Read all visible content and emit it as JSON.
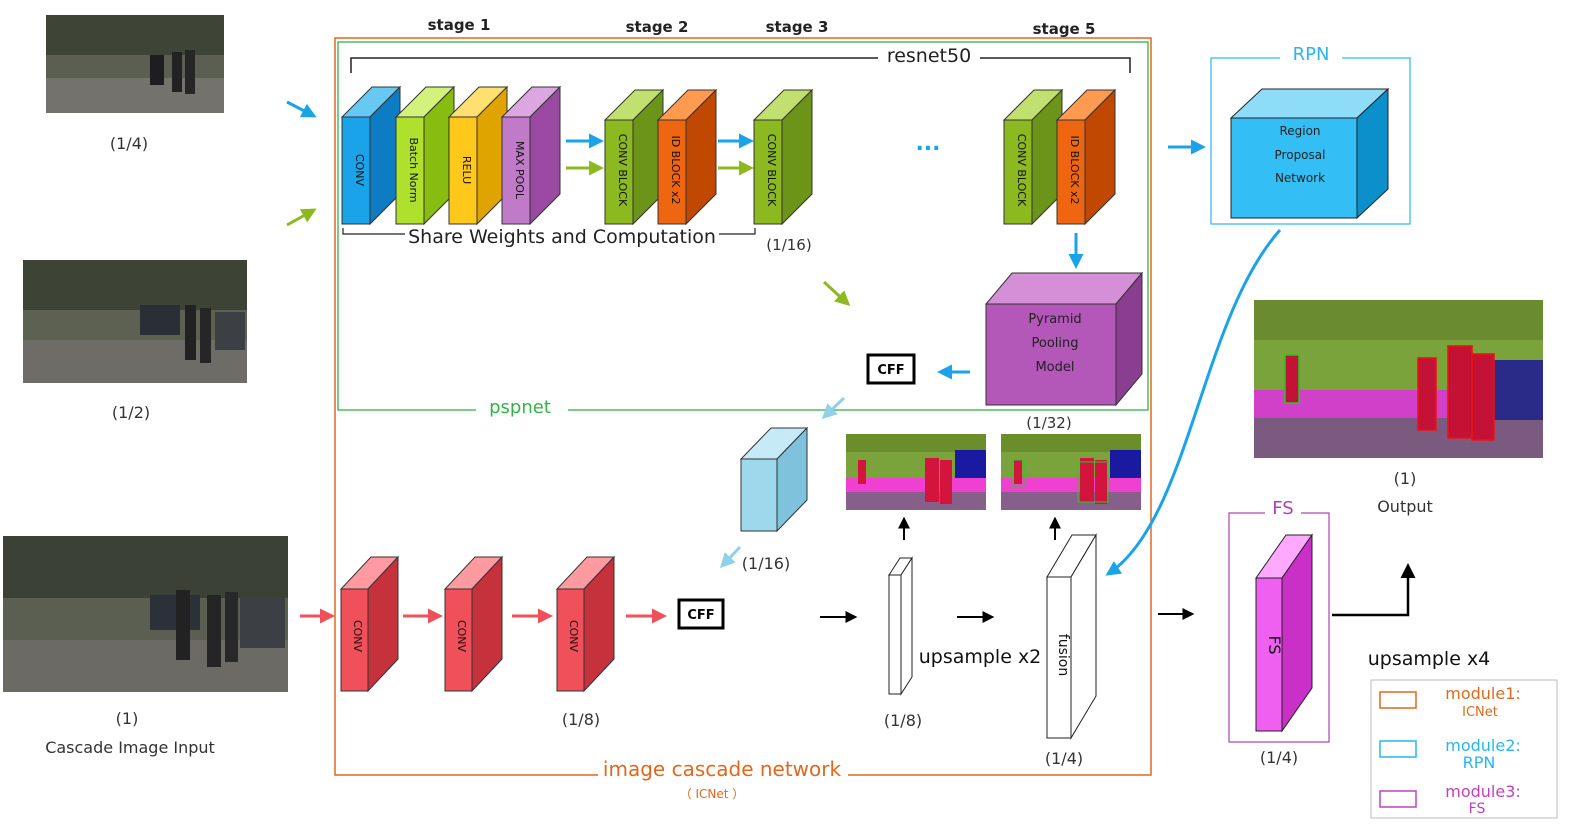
{
  "stages": {
    "s1": "stage 1",
    "s2": "stage 2",
    "s3": "stage 3",
    "s5": "stage 5"
  },
  "inputs": {
    "scale_quarter": "(1/4)",
    "scale_half": "(1/2)",
    "scale_full": "(1)",
    "caption": "Cascade Image Input"
  },
  "backbone": {
    "title": "resnet50",
    "layers": [
      "CONV",
      "Batch Norm",
      "RELU",
      "MAX POOL",
      "CONV BLOCK",
      "ID BLOCK x2",
      "CONV BLOCK",
      "CONV BLOCK",
      "ID BLOCK x2"
    ],
    "ellipsis": "...",
    "share_label": "Share Weights and Computation",
    "scale_16": "(1/16)"
  },
  "pyramid": {
    "line1": "Pyramid",
    "line2": "Pooling",
    "line3": "Model",
    "scale": "(1/32)"
  },
  "cff": "CFF",
  "pspnet": "pspnet",
  "rpn": {
    "title": "RPN",
    "line1": "Region",
    "line2": "Proposal",
    "line3": "Network"
  },
  "cascade": {
    "conv": "CONV",
    "scale_16": "(1/16)",
    "scale_8": "(1/8)",
    "scale_8b": "(1/8)",
    "upsample2": "upsample x2",
    "fusion": "fusion",
    "scale_4": "(1/4)",
    "title": "image cascade network",
    "sub": "（ ICNet ）"
  },
  "fs": {
    "title": "FS",
    "label": "FS",
    "scale": "(1/4)"
  },
  "output": {
    "scale": "(1)",
    "label": "Output",
    "upsample4": "upsample x4"
  },
  "legend": [
    {
      "title": "module1:",
      "sub": "ICNet",
      "color": "#e0681c"
    },
    {
      "title": "module2:",
      "sub": "RPN",
      "color": "#29b6f0"
    },
    {
      "title": "module3:",
      "sub": "FS",
      "color": "#c040c0"
    }
  ],
  "colors": {
    "orange": "#e0681c",
    "green": "#33b24a",
    "blue": "#1aa3e8",
    "olive": "#8cb820",
    "red": "#f0505a",
    "lightblue": "#9ed8ec",
    "magenta": "#f060f0",
    "purple": "#b050b8"
  }
}
